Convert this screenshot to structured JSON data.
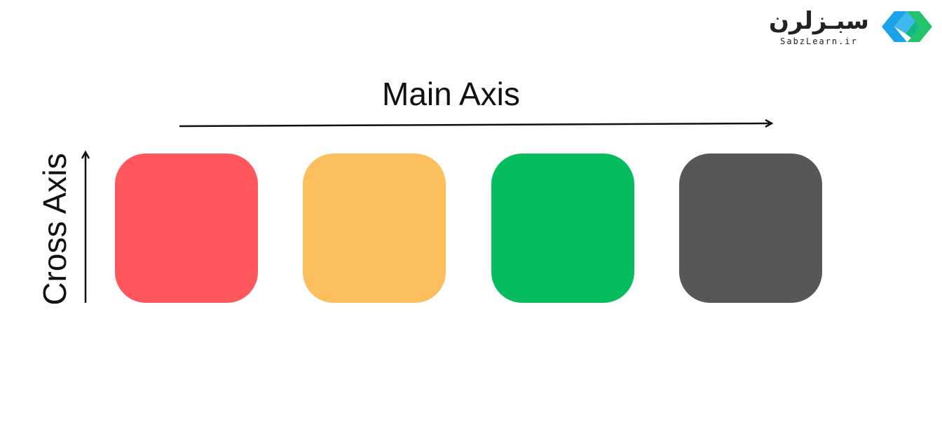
{
  "brand": {
    "name": "سبـزلرن",
    "domain": "SabzLearn.ir",
    "colors": {
      "blue": "#1aa3e8",
      "green": "#22c36a"
    }
  },
  "diagram": {
    "main_axis_label": "Main Axis",
    "cross_axis_label": "Cross Axis",
    "items": [
      {
        "color": "#ff575b"
      },
      {
        "color": "#fdbe5c"
      },
      {
        "color": "#05bd5f"
      },
      {
        "color": "#575757"
      }
    ]
  }
}
